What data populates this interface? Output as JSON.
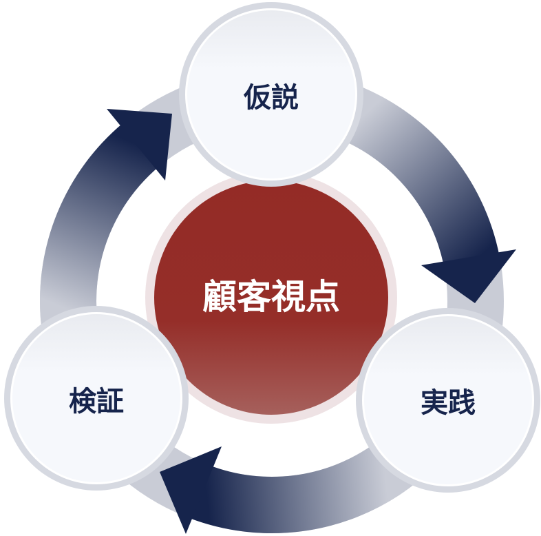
{
  "center": {
    "label": "顧客視点"
  },
  "nodes": [
    {
      "id": "hypothesis",
      "label": "仮説"
    },
    {
      "id": "practice",
      "label": "実践"
    },
    {
      "id": "verification",
      "label": "検証"
    }
  ],
  "colors": {
    "navy": "#16244c",
    "ring": "#c9ccd6",
    "red": "#942b26",
    "node_fill": "#f6f8fc"
  }
}
